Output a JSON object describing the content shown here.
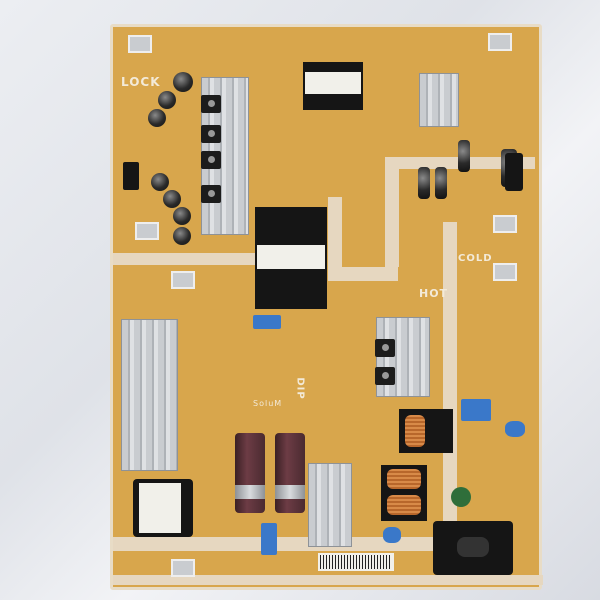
{
  "image": {
    "subject": "power-supply-board",
    "silkscreen": {
      "lock": "LOCK",
      "hot": "HOT",
      "cold": "COLD",
      "dip": "DIP",
      "brand": "SoluM"
    },
    "colors": {
      "board": "#d8a64c",
      "background": "#e4e6eb",
      "heatsink": "#c9ccd0",
      "capacitor": "#5a3038",
      "y_capacitor": "#3a78c9"
    }
  }
}
